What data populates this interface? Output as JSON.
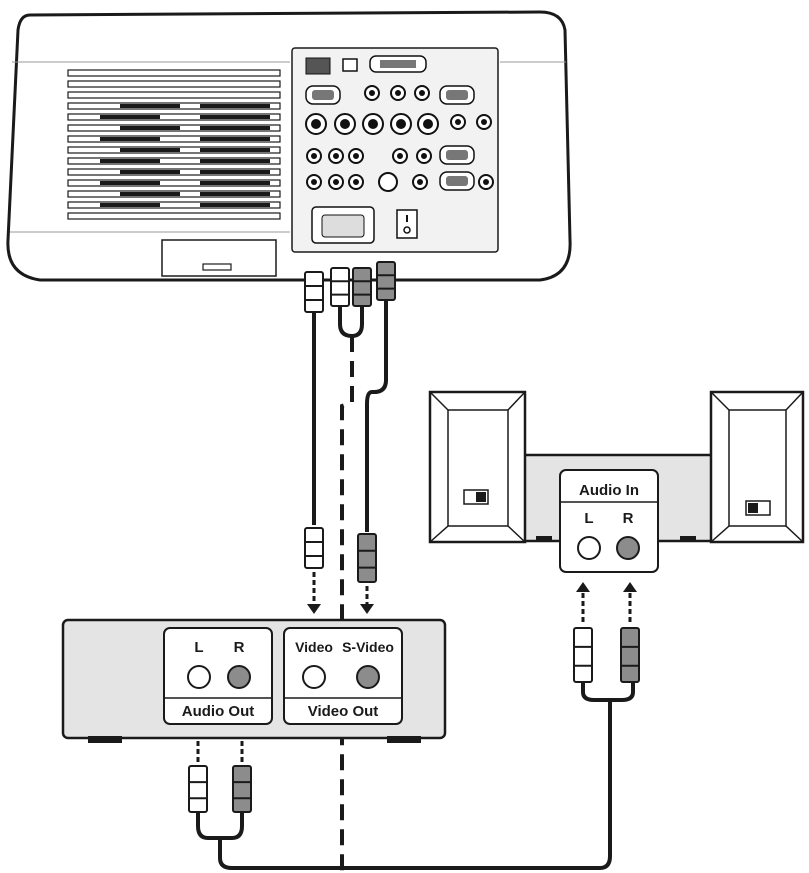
{
  "speakers": {
    "audio_in_label": "Audio In",
    "left_label": "L",
    "right_label": "R"
  },
  "source_device": {
    "audio_left_label": "L",
    "audio_right_label": "R",
    "audio_out_label": "Audio Out",
    "video_label": "Video",
    "svideo_label": "S-Video",
    "video_out_label": "Video Out"
  },
  "colors": {
    "outline": "#1a1a1a",
    "panel_fill": "#e4e4e4",
    "red_jack": "#8c8c8c",
    "white_jack": "#ffffff"
  }
}
